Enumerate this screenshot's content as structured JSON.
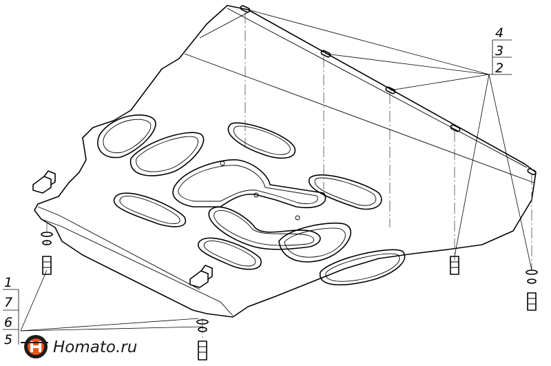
{
  "callouts_right": [
    "4",
    "3",
    "2"
  ],
  "callouts_left": [
    "1",
    "7",
    "6",
    "5"
  ],
  "logo": {
    "text": "Homato.ru",
    "icon": "homato-logo-icon",
    "accent": "#e8531f"
  },
  "colors": {
    "line": "#000000",
    "background": "#ffffff"
  }
}
